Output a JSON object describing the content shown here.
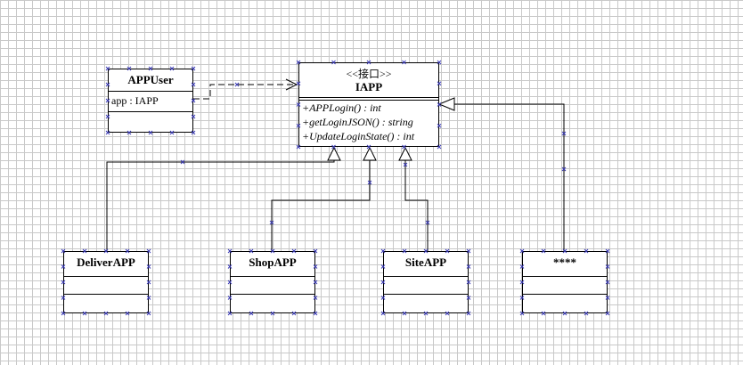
{
  "classes": {
    "appuser": {
      "name": "APPUser",
      "attributes": [
        "app : IAPP"
      ]
    },
    "iapp": {
      "stereotype": "<<接口>>",
      "name": "IAPP",
      "operations": [
        "+APPLogin() : int",
        "+getLoginJSON() : string",
        "+UpdateLoginState() : int"
      ]
    },
    "deliver": {
      "name": "DeliverAPP"
    },
    "shop": {
      "name": "ShopAPP"
    },
    "site": {
      "name": "SiteAPP"
    },
    "unnamed": {
      "name": "****"
    }
  },
  "relationships": [
    {
      "type": "dependency",
      "from": "APPUser",
      "to": "IAPP"
    },
    {
      "type": "realization",
      "from": "DeliverAPP",
      "to": "IAPP"
    },
    {
      "type": "realization",
      "from": "ShopAPP",
      "to": "IAPP"
    },
    {
      "type": "realization",
      "from": "SiteAPP",
      "to": "IAPP"
    },
    {
      "type": "realization",
      "from": "****",
      "to": "IAPP"
    }
  ],
  "colors": {
    "grid": "#c9c9c9",
    "handle": "#3a3ab5",
    "line": "#000000"
  }
}
